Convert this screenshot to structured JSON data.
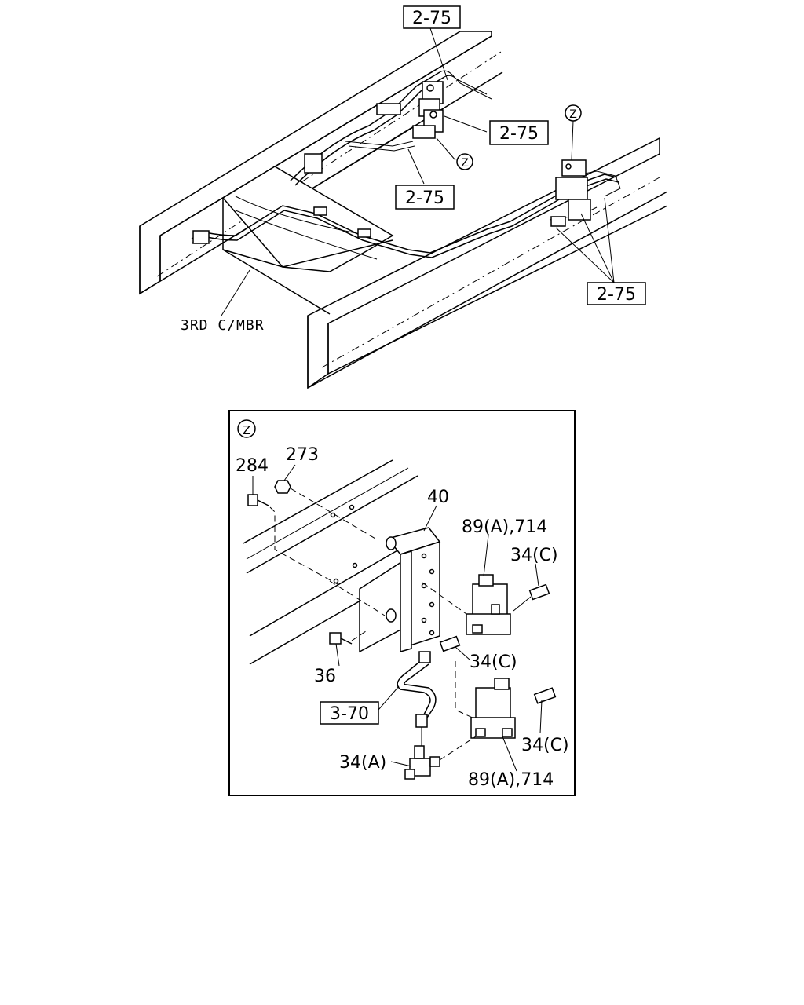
{
  "top_view": {
    "refs": [
      "2-75",
      "2-75",
      "2-75",
      "2-75"
    ],
    "zone_marker": "Z",
    "zone_marker_2": "Z",
    "crossmember_label": "3RD C/MBR"
  },
  "detail_view": {
    "zone_marker": "Z",
    "parts": {
      "p284": "284",
      "p273": "273",
      "p40": "40",
      "p89a_top": "89(A),714",
      "p34c_top": "34(C)",
      "p34c_mid": "34(C)",
      "p36": "36",
      "ref_370": "3-70",
      "p34c_bottom": "34(C)",
      "p34a": "34(A)",
      "p89a_bottom": "89(A),714"
    }
  }
}
